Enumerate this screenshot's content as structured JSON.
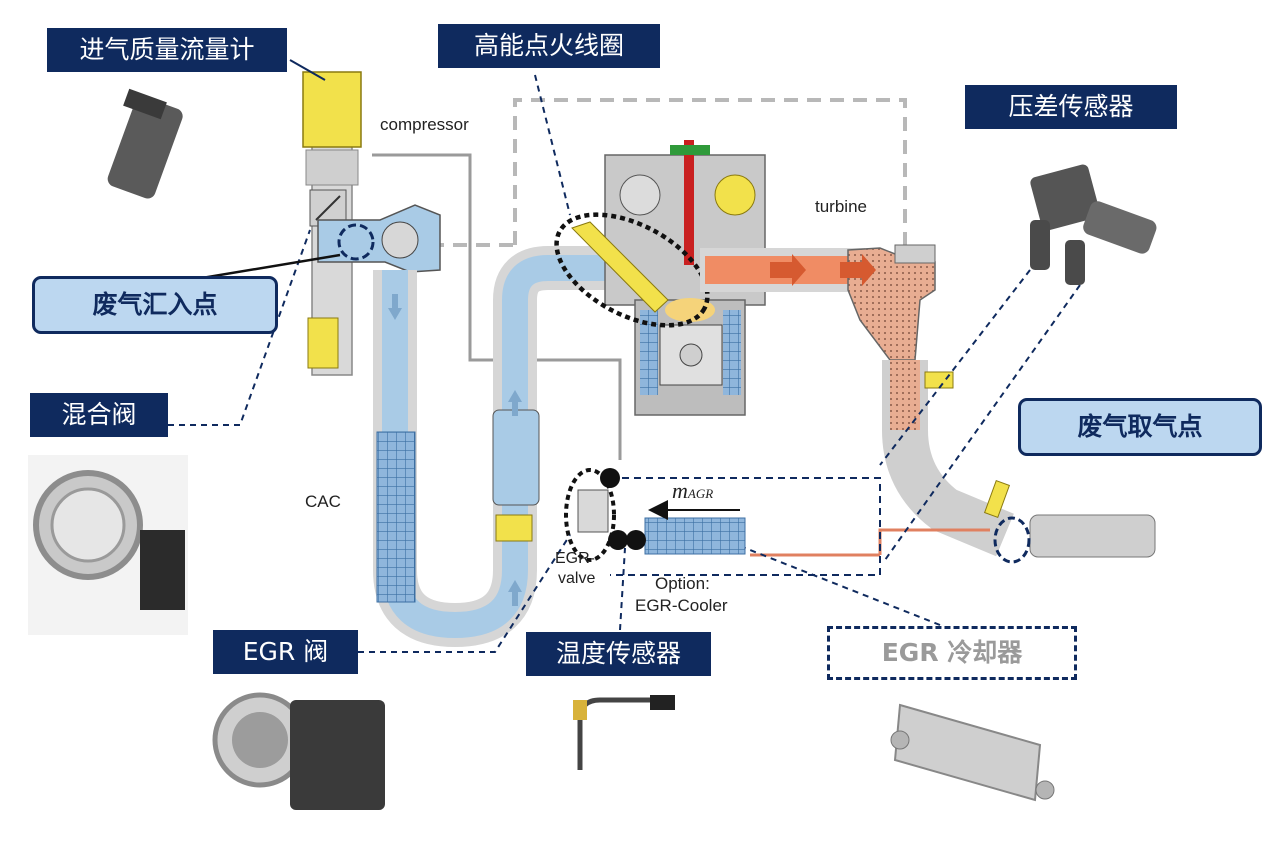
{
  "labels": {
    "maf": "进气质量流量计",
    "ignition_coil": "高能点火线圈",
    "pressure_diff_sensor": "压差传感器",
    "exhaust_inlet_point": "废气汇入点",
    "mixing_valve": "混合阀",
    "exhaust_take_point": "废气取气点",
    "egr_valve": "EGR 阀",
    "temp_sensor": "温度传感器",
    "egr_cooler": "EGR 冷却器"
  },
  "diagram_text": {
    "compressor": "compressor",
    "turbine": "turbine",
    "cac": "CAC",
    "egr_valve_line1": "EGR-",
    "egr_valve_line2": "valve",
    "m_agr": "m",
    "m_agr_sub": "AGR",
    "option_line1": "Option:",
    "option_line2": "EGR-Cooler"
  },
  "colors": {
    "label_bg": "#0f2a5e",
    "callout_bg": "#bcd7f0",
    "intake_air": "#a9cbe6",
    "exhaust_gas": "#f08c64",
    "pipe_gray": "#d4d4d4",
    "yellow_sensor": "#f2e14b"
  },
  "icons": [
    "maf-sensor-photo",
    "throttle-body-photo",
    "egr-valve-photo",
    "temperature-sensor-photo",
    "egr-cooler-photo",
    "pressure-sensor-photo"
  ]
}
